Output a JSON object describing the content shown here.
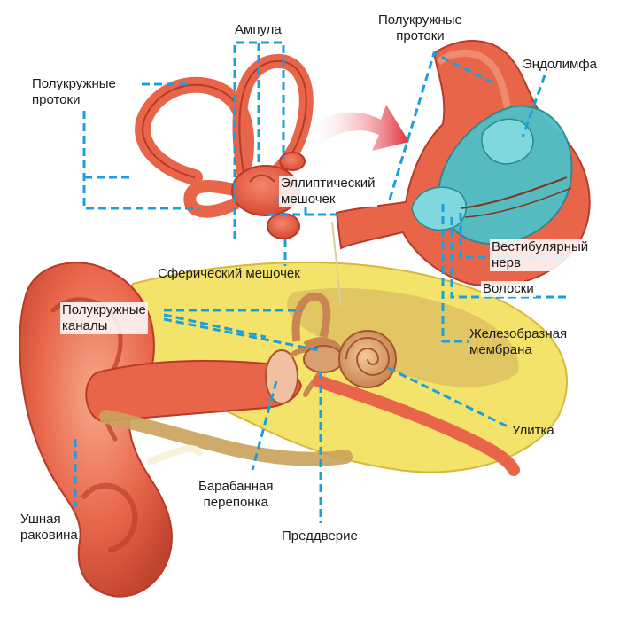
{
  "colors": {
    "leader": "#1aa0dc",
    "flesh": "#e8654a",
    "flesh_light": "#f49a7a",
    "flesh_dark": "#b83a28",
    "bone": "#f4e36a",
    "bone_dark": "#d8b83a",
    "endolymph": "#4ec0c8",
    "arrow": "#e0303a"
  },
  "labels": {
    "semicircular_ducts_left": "Полукружные\nпротоки",
    "ampulla": "Ампула",
    "semicircular_ducts_right": "Полукружные\nпротоки",
    "endolymph": "Эндолимфа",
    "utricle": "Эллиптический\nмешочек",
    "vestibular_nerve": "Вестибулярный\nнерв",
    "saccule": "Сферический мешочек",
    "hairs": "Волоски",
    "semicircular_canals": "Полукружные\nканалы",
    "gelatinous_membrane": "Железобразная\nмембрана",
    "cochlea": "Улитка",
    "eardrum": "Барабанная\nперепонка",
    "auricle": "Ушная\nраковина",
    "vestibule": "Преддверие"
  }
}
